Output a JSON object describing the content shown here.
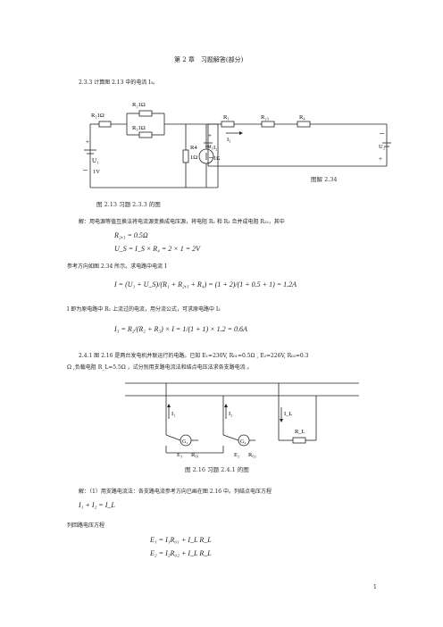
{
  "header": {
    "title": "第 2 章　习题解答(部分)"
  },
  "p233": {
    "heading": "2.3.3  计算图 2.13 中的电流  I₃。",
    "solution_intro": "解：用电源等值互换法将电流源变换成电压源，将电阻 R₂ 和 R₃ 合并成电阻 R₂₃，其中",
    "eq_r23": "R₂,₃ = 0.5Ω",
    "eq_us": "U_S = I_S × R₄ = 2 × 1 = 2V",
    "ref_dir": "参考方向如图 2.34 所示。求电路中电流 I",
    "eq_i": "I = (U₁ + U_S)/(R₁ + R₂,₃ + R₄) = (1 + 2)/(1 + 0.5 + 1) = 1.2A",
    "divider_text": "I 即为原电路中 R₁ 上流过的电流，用分流公式，可求原电路中 I₃",
    "eq_i3": "I₃ = R₂/(R₂ + R₃) × I = 1/(1 + 1) × 1.2 = 0.6A"
  },
  "fig213": {
    "caption": "图  2.13  习题 2.3.3 的图",
    "labels": {
      "r1": "R₁1Ω",
      "r2": "R₂1Ω",
      "r3": "R₃1Ω",
      "r4": "R4",
      "r4v": "1Ω",
      "is": "I₂",
      "isv": "1Ω",
      "u1": "U₁",
      "plus": "+",
      "minus": "－",
      "u1v": "1V"
    }
  },
  "fig234": {
    "caption": "图解  2.34",
    "labels": {
      "r1": "R₁",
      "r23": "R₂₃",
      "r4": "R₄",
      "i": "I₃",
      "u1": "U₁",
      "us": "U₂",
      "plus": "+",
      "minus": "－"
    }
  },
  "p241": {
    "heading_line1": "2.4.1  图 2.16 是两台发电机并联运行的电路。已知 E₁=230V, R₀₁=0.5Ω , E₂=226V,   R₀₂=0.3",
    "heading_line2": "Ω ,负载电阻 R_L=5.5Ω ，试分别用支路电流法和结点电压法求各支路电流  。",
    "solution_intro": "解：（1）用支路电流法：各支路电流参考方向已画在图 2.16 中。列结点电压方程",
    "eq_node": "I₁ + I₂ = I_L",
    "loop_text": "列回路电压方程",
    "eq_loop1": "E₁ = I₁R₀₁ + I_L R_L",
    "eq_loop2": "E₂ = I₂R₀₂ + I_L R_L"
  },
  "fig216": {
    "caption": "图 2.16  习题 2.4.1 的图",
    "labels": {
      "i1": "I₁",
      "i2": "I₂",
      "il": "I_L",
      "rl": "R_L",
      "g1": "G₁",
      "g2": "G₂",
      "e1": "E₁",
      "r01": "R₀₁",
      "e2": "E₂",
      "r02": "R₀₂"
    }
  },
  "footer": {
    "page_number": "1"
  }
}
